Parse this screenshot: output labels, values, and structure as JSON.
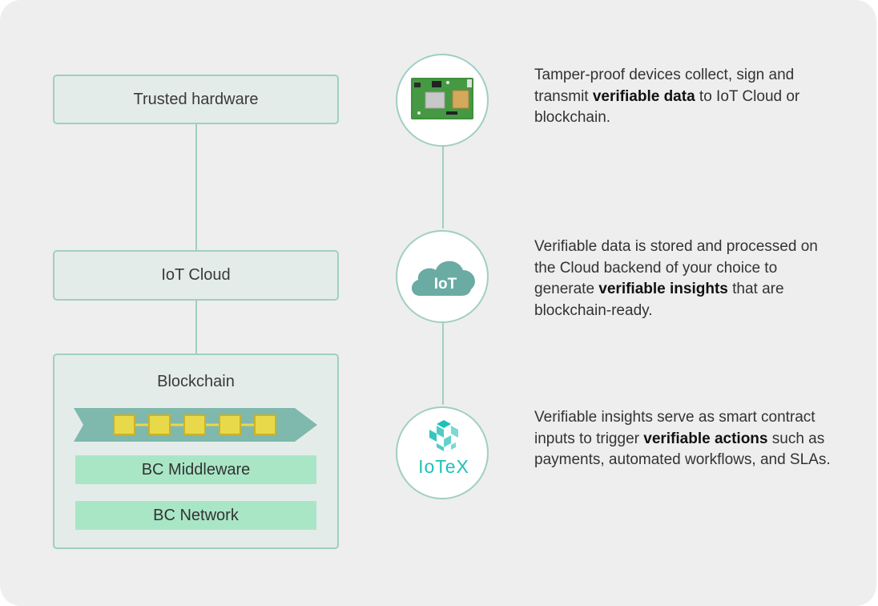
{
  "stack": {
    "trusted_hardware": "Trusted hardware",
    "iot_cloud": "IoT Cloud",
    "blockchain": {
      "title": "Blockchain",
      "middleware": "BC Middleware",
      "network": "BC Network"
    }
  },
  "icons": {
    "hardware": "circuit-board-icon",
    "cloud": "iot-cloud-icon",
    "cloud_label": "IoT",
    "iotex": "iotex-logo-icon",
    "iotex_wordmark": "IoTeX"
  },
  "descriptions": [
    {
      "before": "Tamper-proof devices collect, sign and transmit ",
      "bold": "verifiable data",
      "after": " to IoT Cloud or blockchain."
    },
    {
      "before": "Verifiable data is stored and processed on the Cloud backend of your choice to generate ",
      "bold": "verifiable insights",
      "after": " that are blockchain-ready."
    },
    {
      "before": "Verifiable insights serve as smart contract inputs to trigger ",
      "bold": "verifiable actions",
      "after": " such as payments, automated workflows, and SLAs."
    }
  ],
  "colors": {
    "accent_border": "#9fcfc2",
    "chain_arrow": "#7fb8ad",
    "chain_block": "#e8d94a",
    "pill": "#a9e6c6",
    "cloud": "#6aaba3",
    "iotex": "#1fc1b6"
  }
}
